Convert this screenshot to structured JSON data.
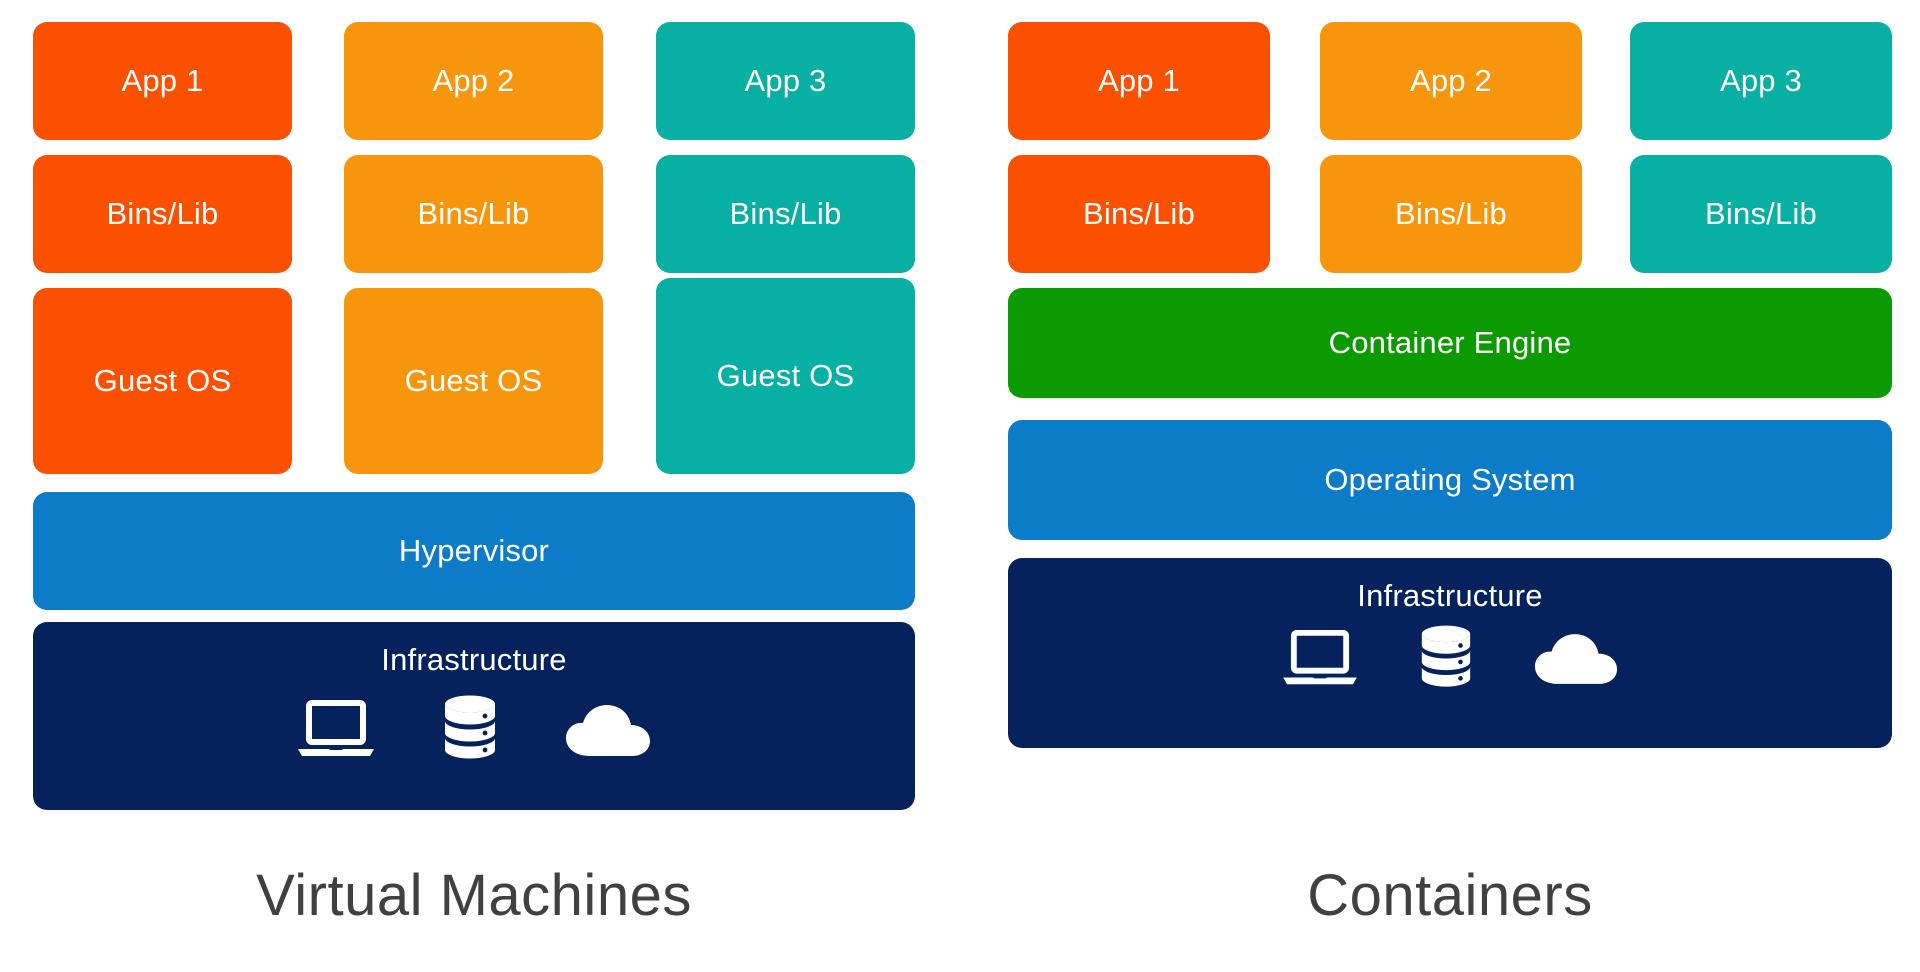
{
  "diagram": {
    "title_left": "Virtual Machines",
    "title_right": "Containers",
    "palette": {
      "orange_red": "#FA5000",
      "orange": "#F7960D",
      "teal": "#08AFA3",
      "blue": "#0C7CC8",
      "green": "#0B9A00",
      "navy": "#06225C",
      "title_gray": "#404040",
      "background": "#FFFFFF",
      "text_on_box": "#FFFFFF"
    },
    "icons": {
      "laptop": "laptop-icon",
      "database": "database-icon",
      "cloud": "cloud-icon"
    }
  },
  "vm": {
    "label": "Virtual Machines",
    "columns": [
      {
        "color": "#FA5000",
        "app": "App 1",
        "bins": "Bins/Lib",
        "os": "Guest OS"
      },
      {
        "color": "#F7960D",
        "app": "App 2",
        "bins": "Bins/Lib",
        "os": "Guest OS"
      },
      {
        "color": "#08AFA3",
        "app": "App 3",
        "bins": "Bins/Lib",
        "os": "Guest OS"
      }
    ],
    "hypervisor": {
      "label": "Hypervisor",
      "color": "#0C7CC8"
    },
    "infrastructure": {
      "label": "Infrastructure",
      "color": "#06225C"
    }
  },
  "containers": {
    "label": "Containers",
    "columns": [
      {
        "color": "#FA5000",
        "app": "App 1",
        "bins": "Bins/Lib"
      },
      {
        "color": "#F7960D",
        "app": "App 2",
        "bins": "Bins/Lib"
      },
      {
        "color": "#08AFA3",
        "app": "App 3",
        "bins": "Bins/Lib"
      }
    ],
    "engine": {
      "label": "Container Engine",
      "color": "#0B9A00"
    },
    "os": {
      "label": "Operating System",
      "color": "#0C7CC8"
    },
    "infrastructure": {
      "label": "Infrastructure",
      "color": "#06225C"
    }
  }
}
